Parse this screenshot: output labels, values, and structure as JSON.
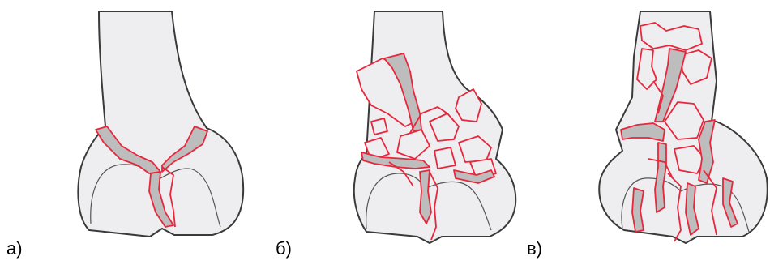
{
  "panels": [
    {
      "label": "а)",
      "icon": "simple-fracture-diagram"
    },
    {
      "label": "б)",
      "icon": "comminuted-fracture-diagram"
    },
    {
      "label": "в)",
      "icon": "multifragment-fracture-diagram"
    }
  ],
  "colors": {
    "bone_fill": "#eeeef0",
    "bone_outline": "#3a3a3a",
    "fracture_line": "#e8263c",
    "fracture_gap": "#bdbdbd"
  }
}
